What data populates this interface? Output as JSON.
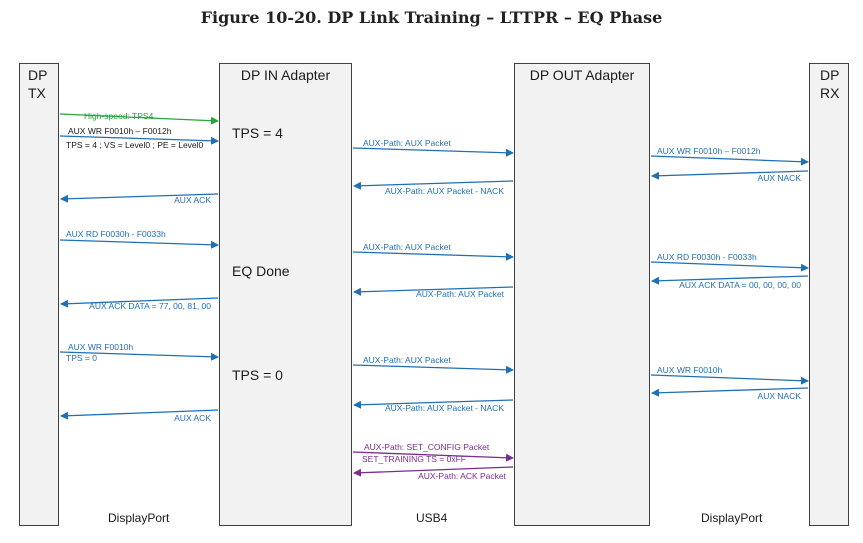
{
  "figure_title": "Figure 10-20.  DP Link Training – LTTPR – EQ Phase",
  "lanes": {
    "dp_tx": [
      "DP",
      "TX"
    ],
    "dp_in": "DP IN Adapter",
    "dp_out": "DP OUT Adapter",
    "dp_rx": [
      "DP",
      "RX"
    ]
  },
  "states": {
    "tps4": "TPS = 4",
    "eq_done": "EQ Done",
    "tps0": "TPS = 0"
  },
  "segments": {
    "left": "DisplayPort",
    "middle": "USB4",
    "right": "DisplayPort"
  },
  "colors": {
    "blue": "#1f6fb5",
    "green": "#24a340",
    "purple": "#7a2c8f"
  },
  "messages": {
    "hs_tps4": "High-speed: TPS4",
    "tx_wr1": "AUX WR F0010h – F0012h",
    "tx_wr1_params": "TPS = 4 ; VS = Level0 ; PE = Level0",
    "mid_aux_packet_1": "AUX-Path: AUX Packet",
    "rx_wr1": "AUX WR F0010h – F0012h",
    "rx_nack1": "AUX NACK",
    "mid_nack1": "AUX-Path: AUX Packet - NACK",
    "tx_ack1": "AUX ACK",
    "tx_rd": "AUX RD F0030h - F0033h",
    "mid_aux_packet_2": "AUX-Path: AUX Packet",
    "rx_rd": "AUX RD F0030h - F0033h",
    "rx_ack_data": "AUX ACK DATA = 00, 00, 00, 00",
    "mid_aux_packet_3": "AUX-Path: AUX Packet",
    "tx_ack_data": "AUX ACK DATA = 77, 00, 81, 00",
    "tx_wr2": "AUX WR F0010h",
    "tx_wr2_params": "TPS = 0",
    "mid_aux_packet_4": "AUX-Path: AUX Packet",
    "rx_wr2": "AUX WR F0010h",
    "rx_nack2": "AUX NACK",
    "mid_nack2": "AUX-Path: AUX Packet - NACK",
    "tx_ack2": "AUX ACK",
    "set_config": "AUX-Path: SET_CONFIG Packet",
    "set_training": "SET_TRAINING TS = 0xFF",
    "ack_packet": "AUX-Path: ACK Packet"
  }
}
